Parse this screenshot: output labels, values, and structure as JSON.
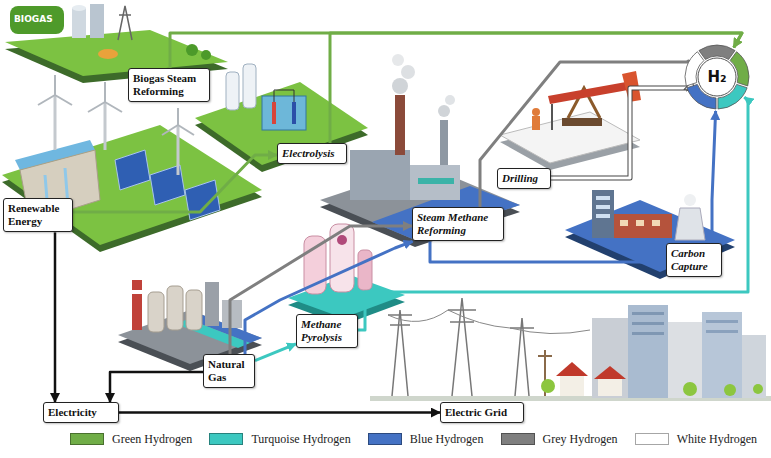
{
  "diagram": {
    "nodes": [
      {
        "text": [
          "Biogas Steam Reforming"
        ]
      },
      {
        "text": [
          "Electrolysis"
        ]
      },
      {
        "text": [
          "Renewable Energy"
        ]
      },
      {
        "text": [
          "Steam Methane Reforming"
        ]
      },
      {
        "text": [
          "Drilling"
        ]
      },
      {
        "text": [
          "Carbon Capture"
        ]
      },
      {
        "text": [
          "Methane Pyrolysis"
        ]
      },
      {
        "text": [
          "Natural Gas"
        ]
      },
      {
        "text": [
          "Electricity"
        ]
      },
      {
        "text": [
          "Electric Grid"
        ]
      },
      {
        "text": [
          "H₂"
        ]
      }
    ],
    "edges": [
      {
        "from": 0,
        "to": 10,
        "arrow": "to"
      },
      {
        "from": 1,
        "to": 10,
        "arrow": "to"
      },
      {
        "from": 2,
        "to": 1,
        "arrow": "to"
      },
      {
        "from": 2,
        "to": 8,
        "arrow": "to"
      },
      {
        "from": 8,
        "to": 9,
        "arrow": "to"
      },
      {
        "from": 7,
        "to": 8,
        "arrow": "to"
      },
      {
        "from": 7,
        "to": 3,
        "arrow": "to"
      },
      {
        "from": 3,
        "to": 10,
        "arrow": "to"
      },
      {
        "from": 7,
        "to": 3,
        "arrow": "to"
      },
      {
        "from": 3,
        "to": 5,
        "arrow": "to"
      },
      {
        "from": 5,
        "to": 10,
        "arrow": "to"
      },
      {
        "from": 7,
        "to": 6,
        "arrow": "to"
      },
      {
        "from": 6,
        "to": 10,
        "arrow": "to"
      },
      {
        "from": 4,
        "to": 10,
        "arrow": "to"
      }
    ],
    "labels": [
      "BIOGAS"
    ],
    "legend": [
      {
        "text": "Green Hydrogen",
        "color": "#70ad47"
      },
      {
        "text": "Turquoise Hydrogen",
        "color": "#3cc8c0"
      },
      {
        "text": "Blue Hydrogen",
        "color": "#4472c4"
      },
      {
        "text": "Grey Hydrogen",
        "color": "#7f7f7f"
      },
      {
        "text": "White Hydrogen",
        "color": "#ffffff"
      }
    ]
  }
}
